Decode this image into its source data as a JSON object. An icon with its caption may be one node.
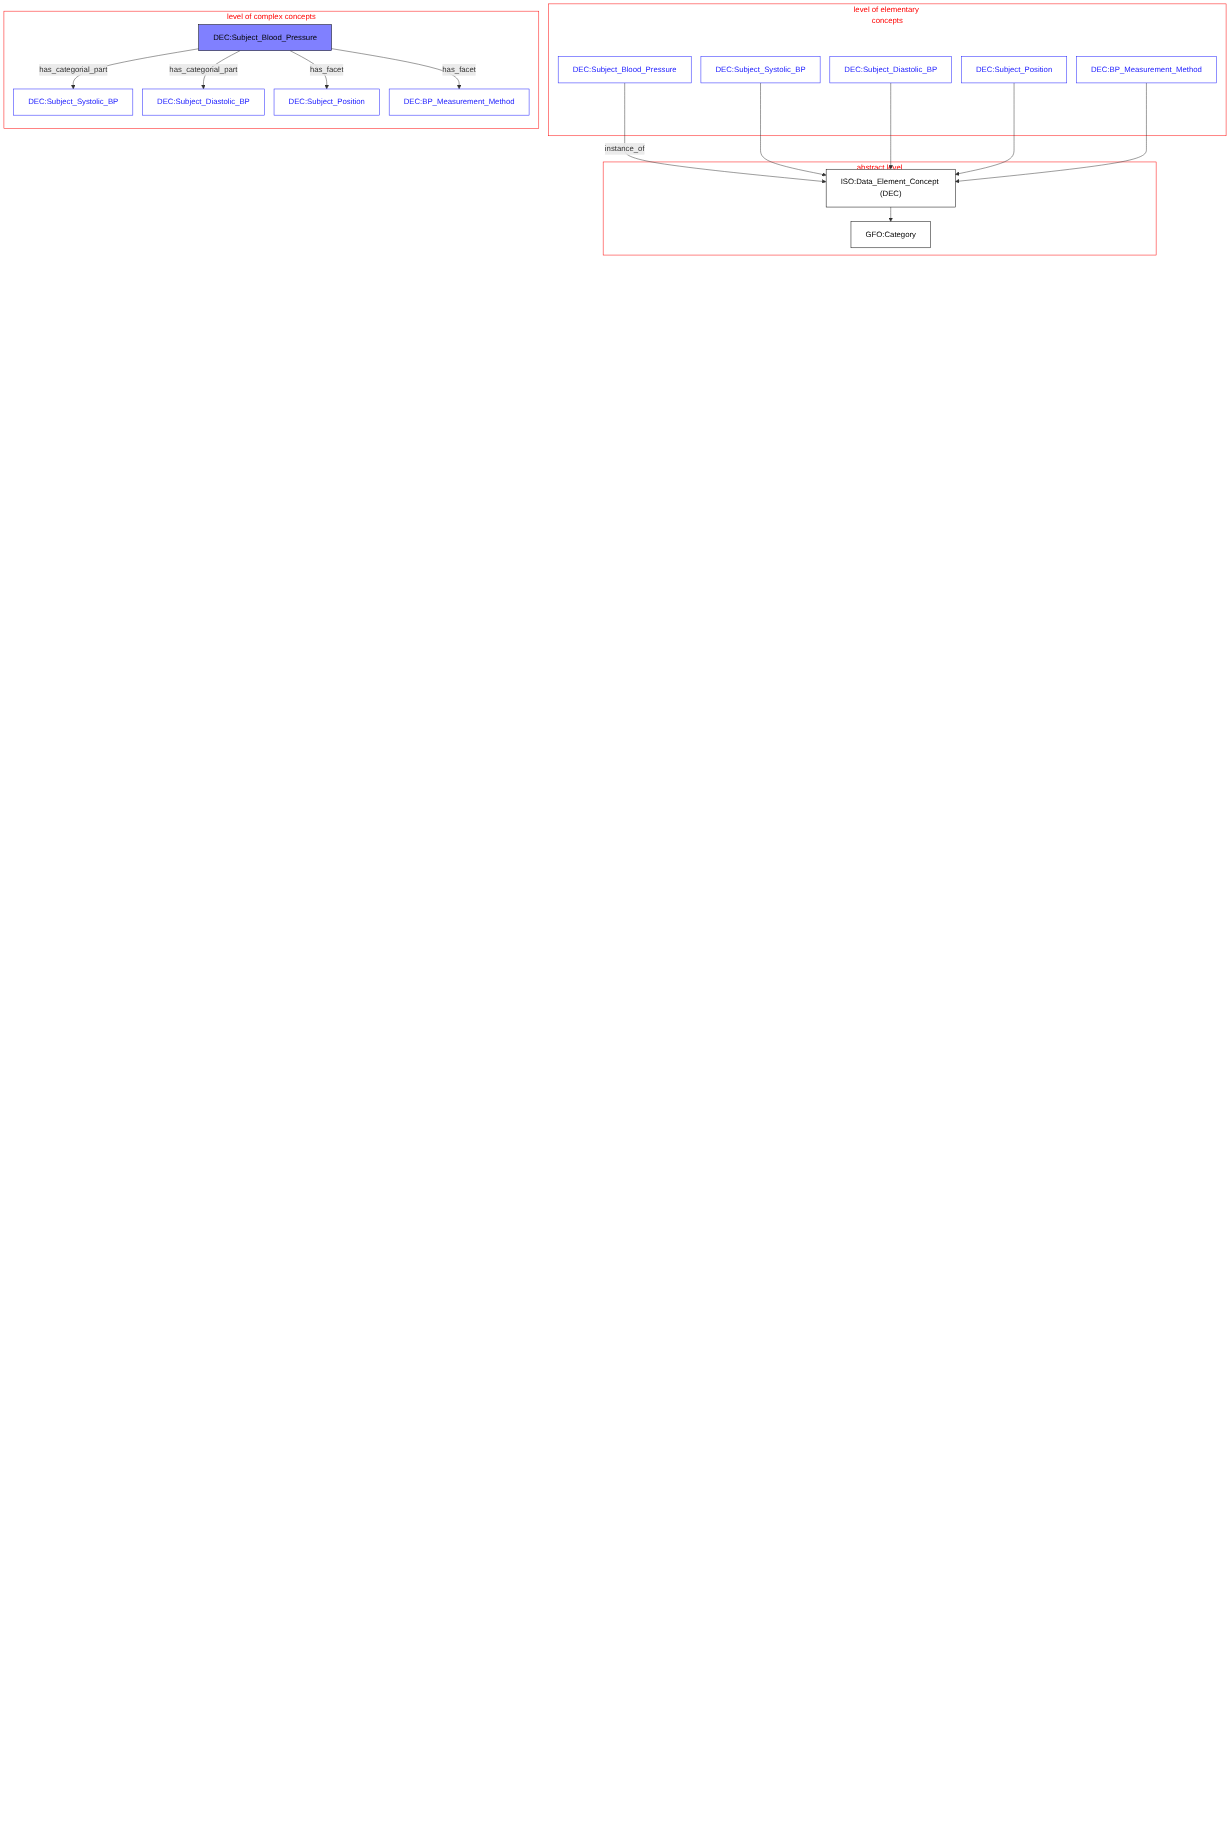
{
  "diagram": {
    "nodes": [
      {
        "text": [
          "abstract level"
        ]
      },
      {
        "text": [
          "GFO:Category"
        ],
        "in": 0
      },
      {
        "text": [
          "ISO:Data_Element_Concept (DEC)"
        ],
        "in": 0
      },
      {
        "text": [
          "level of elementary concepts"
        ]
      },
      {
        "text": [
          "DEC:Subject_Blood_Pressure"
        ],
        "in": 3
      },
      {
        "text": [
          "DEC:Subject_Systolic_BP"
        ],
        "in": 3
      },
      {
        "text": [
          "DEC:Subject_Diastolic_BP"
        ],
        "in": 3
      },
      {
        "text": [
          "DEC:Subject_Position"
        ],
        "in": 3
      },
      {
        "text": [
          "DEC:BP_Measurement_Method"
        ],
        "in": 3
      },
      {
        "text": [
          "level of complex concepts"
        ]
      },
      {
        "text": [
          "DEC:Subject_Systolic_BP"
        ],
        "in": 9
      },
      {
        "text": [
          "DEC:Subject_Diastolic_BP"
        ],
        "in": 9
      },
      {
        "text": [
          "DEC:Subject_Blood_Pressure"
        ],
        "in": 9
      },
      {
        "text": [
          "DEC:Subject_Position"
        ],
        "in": 9
      },
      {
        "text": [
          "DEC:BP_Measurement_Method"
        ],
        "in": 9
      }
    ],
    "edges": [
      {
        "from": 2,
        "to": 1,
        "arrow": "to"
      },
      {
        "from": 4,
        "to": 2,
        "arrow": "to",
        "label": "instance_of"
      },
      {
        "from": 5,
        "to": 2,
        "arrow": "to"
      },
      {
        "from": 6,
        "to": 2,
        "arrow": "to"
      },
      {
        "from": 7,
        "to": 2,
        "arrow": "to"
      },
      {
        "from": 8,
        "to": 2,
        "arrow": "to"
      },
      {
        "from": 12,
        "to": 10,
        "arrow": "to",
        "label": "has_categorial_part"
      },
      {
        "from": 12,
        "to": 11,
        "arrow": "to",
        "label": "has_categorial_part"
      },
      {
        "from": 12,
        "to": 13,
        "arrow": "to",
        "label": "has_facet"
      },
      {
        "from": 12,
        "to": 14,
        "arrow": "to",
        "label": "has_facet"
      }
    ]
  }
}
